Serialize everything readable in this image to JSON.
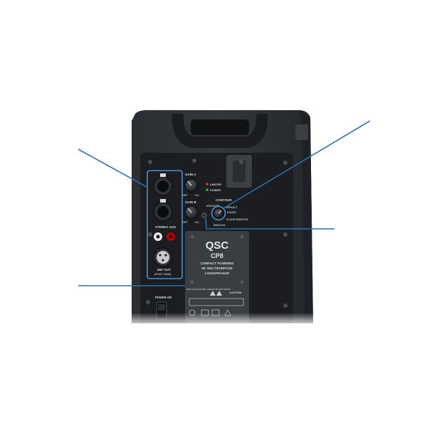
{
  "brand": {
    "logo": "QSC",
    "model": "CP8",
    "line1": "COMPACT POWERED",
    "line2": "90° MULTIPURPOSE",
    "line3": "LOUDSPEAKER"
  },
  "inputs": {
    "ch_a_label": "GAIN A",
    "ch_b_label": "GAIN B",
    "aux_label": "STEREO AUX",
    "mix_out_label": "MIX OUT",
    "mix_out_sub": "(POST GAIN)",
    "knob_off": "OFF",
    "knob_max": "+12"
  },
  "indicators": {
    "limit": "LIMITER",
    "power": "POWER"
  },
  "contour": {
    "title": "CONTOUR",
    "speaker": "SPEAKER",
    "opt1": "DEFAULT",
    "opt2": "DANCE",
    "opt3": "FLOOR MONITOR",
    "beacon": "BEACON"
  },
  "warning": {
    "left": "RISK OF ELECTRIC SHOCK DO NOT OPEN",
    "caution": "CAUTION"
  },
  "power_switch_label": "POWER ON",
  "colors": {
    "callout": "#2f6ea8",
    "cabinet": "#2a2d31",
    "panel": "#1b1d20",
    "plate": "#3a3d41",
    "accent_blue": "#4a8fd0"
  }
}
